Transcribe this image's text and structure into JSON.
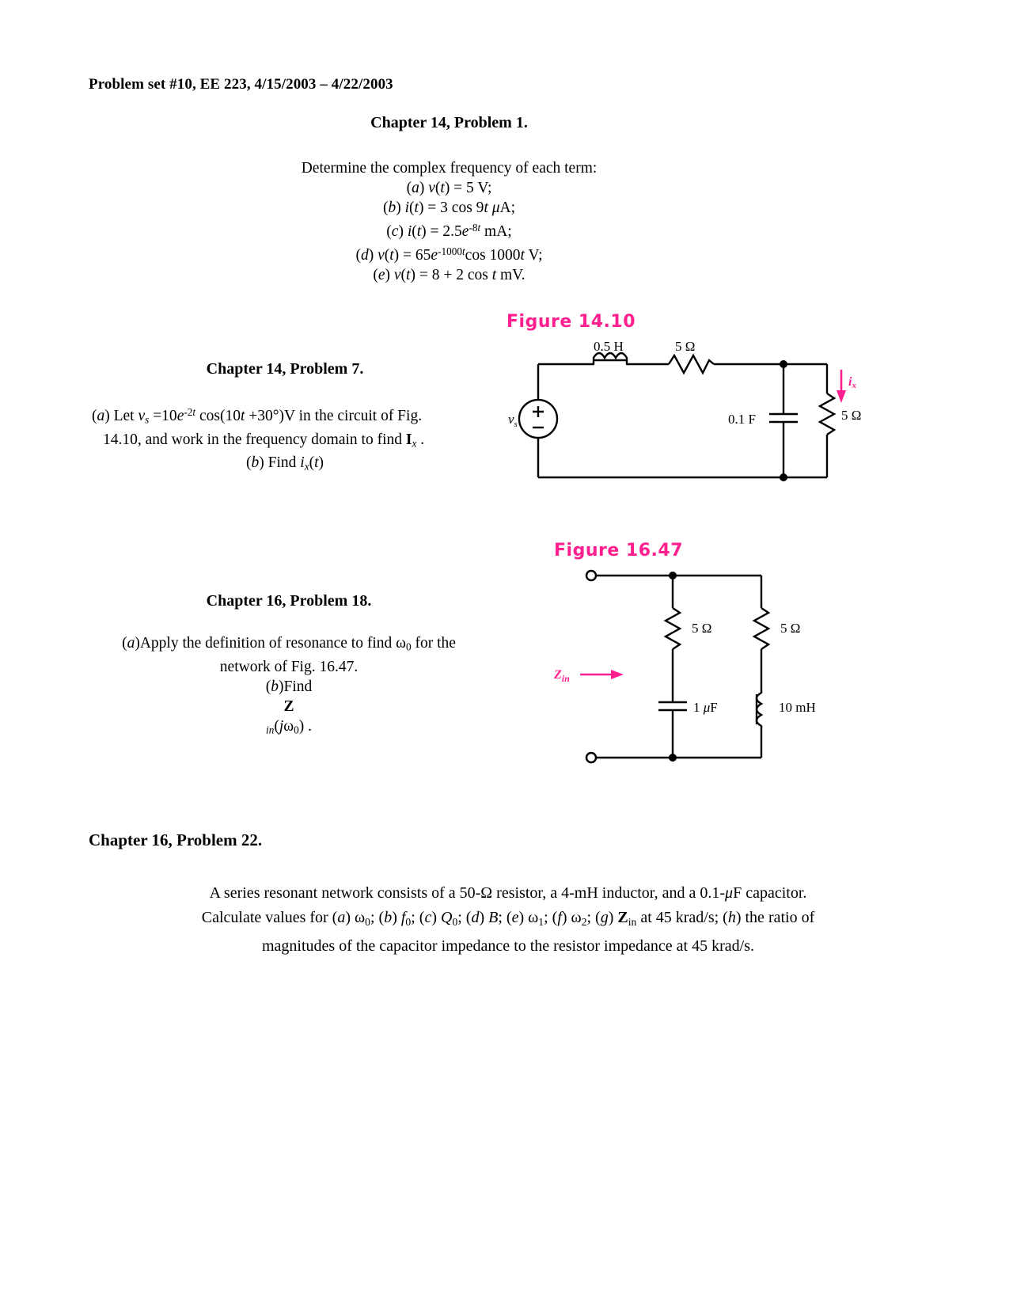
{
  "header": {
    "text": "Problem set #10, EE 223, 4/15/2003 – 4/22/2003"
  },
  "problems": [
    {
      "id": "ch14-p1",
      "title": "Chapter 14, Problem 1.",
      "lead": "Determine the complex frequency of each term:",
      "items": [
        "(a) v(t) = 5 V;",
        "(b) i(t) = 3 cos 9t μA;",
        "(c) i(t) = 2.5e-8t mA;",
        "(d) v(t) = 65e-1000t cos 1000t V;",
        "(e) v(t) = 8 + 2 cos t mV."
      ]
    },
    {
      "id": "ch14-p7",
      "title": "Chapter 14, Problem 7.",
      "lines": [
        "(a) Let vs =10e-2t cos(10t +30°)V in the circuit of Fig.",
        "14.10, and work in the frequency domain to find Ix .",
        "(b) Find ix(t)"
      ]
    },
    {
      "id": "ch16-p18",
      "title": "Chapter 16, Problem 18.",
      "lines": [
        "(a)Apply the definition of resonance to find ω0 for the",
        "network of Fig. 16.47.",
        "(b)Find Zin(jω0) ."
      ]
    },
    {
      "id": "ch16-p22",
      "title": "Chapter 16, Problem 22.",
      "lines": [
        "A series resonant network consists of a 50-Ω resistor, a 4-mH inductor, and a 0.1-μF capacitor.",
        "Calculate values for (a) ω0; (b) f0; (c) Q0; (d) B; (e) ω1; (f) ω2; (g) Zin at 45 krad/s; (h) the ratio of",
        "magnitudes of the capacitor impedance to the resistor impedance at 45 krad/s."
      ]
    }
  ],
  "figures": [
    {
      "id": "fig-14-10",
      "caption": "Figure 14.10",
      "accent_color": "#ff1f8f",
      "components": [
        {
          "name": "source-label",
          "label": "vs"
        },
        {
          "name": "inductor",
          "label": "0.5 H"
        },
        {
          "name": "series-resistor",
          "label": "5 Ω"
        },
        {
          "name": "capacitor",
          "label": "0.1 F"
        },
        {
          "name": "load-resistor",
          "label": "5 Ω"
        },
        {
          "name": "current-arrow",
          "label": "ix"
        }
      ]
    },
    {
      "id": "fig-16-47",
      "caption": "Figure 16.47",
      "accent_color": "#ff1f8f",
      "components": [
        {
          "name": "impedance-arrow",
          "label": "Zin"
        },
        {
          "name": "left-resistor",
          "label": "5 Ω"
        },
        {
          "name": "right-resistor",
          "label": "5 Ω"
        },
        {
          "name": "capacitor",
          "label": "1 μF"
        },
        {
          "name": "inductor",
          "label": "10 mH"
        }
      ]
    }
  ]
}
